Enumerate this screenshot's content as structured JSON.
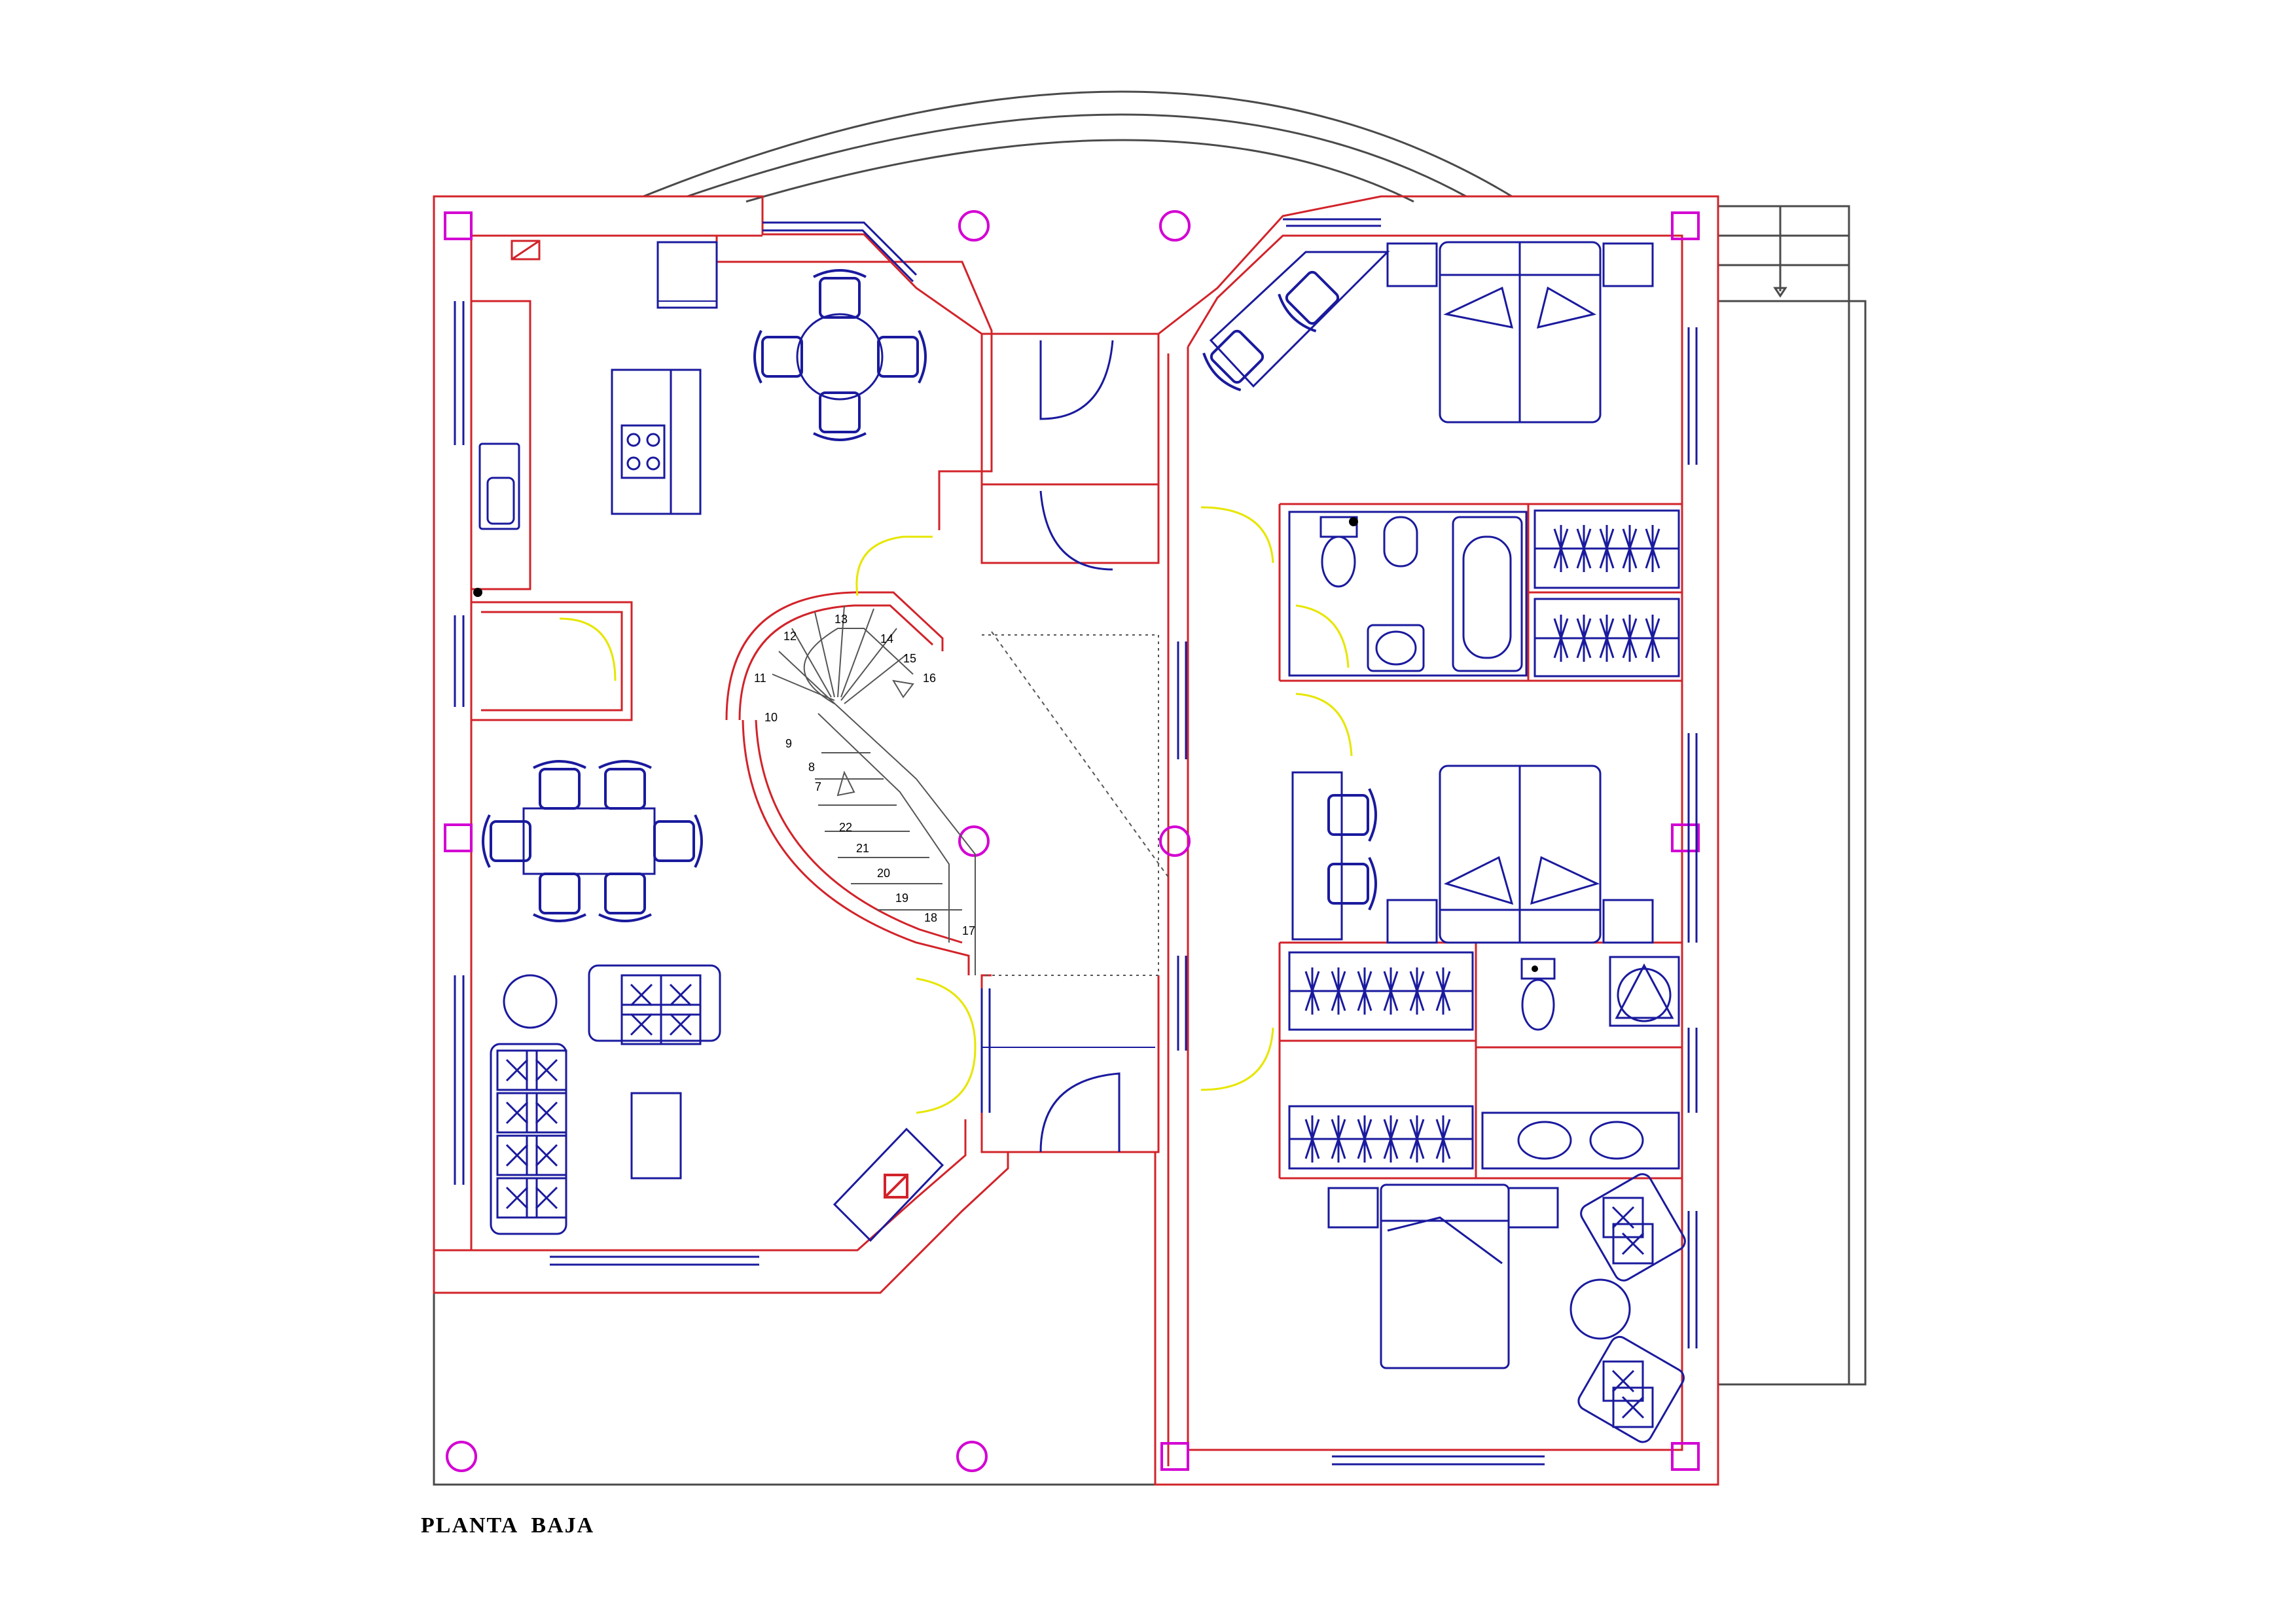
{
  "drawing": {
    "caption": "PLANTA  BAJA",
    "colors": {
      "walls": "#d2232a",
      "furniture": "#1a1a9e",
      "doors": "#e6e600",
      "columns": "#d300d3",
      "outline": "#4a4a4a",
      "stair_lines": "#555555"
    },
    "stair_numbers": [
      "7",
      "8",
      "9",
      "10",
      "11",
      "12",
      "13",
      "14",
      "15",
      "16",
      "17",
      "18",
      "19",
      "20",
      "21",
      "22"
    ],
    "icons": [
      "arc-roof-icon",
      "stair-arrow-icon",
      "bed-icon",
      "sofa-icon",
      "chair-icon",
      "sink-icon",
      "toilet-icon",
      "bathtub-icon",
      "shower-icon",
      "wardrobe-icon",
      "fireplace-icon",
      "column-icon"
    ]
  }
}
